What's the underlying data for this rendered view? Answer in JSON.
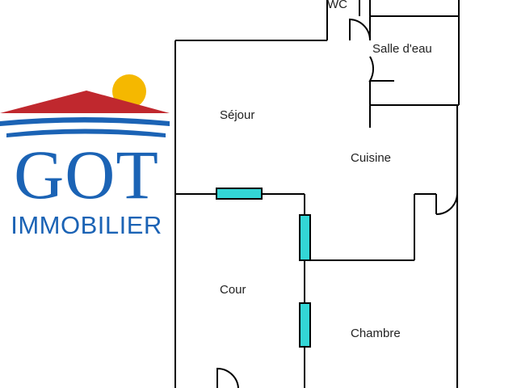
{
  "brand": {
    "name": "GOT",
    "tagline": "IMMOBILIER",
    "colors": {
      "roof": "#c0282e",
      "sun": "#f5b800",
      "waves": "#1b63b5",
      "text": "#1b63b5"
    }
  },
  "floorplan": {
    "wall_color": "#000000",
    "window_color": "#33d6d6",
    "rooms": {
      "wc": "WC",
      "salle_d_eau": "Salle d'eau",
      "sejour": "Séjour",
      "cuisine": "Cuisine",
      "cour": "Cour",
      "chambre": "Chambre"
    }
  }
}
